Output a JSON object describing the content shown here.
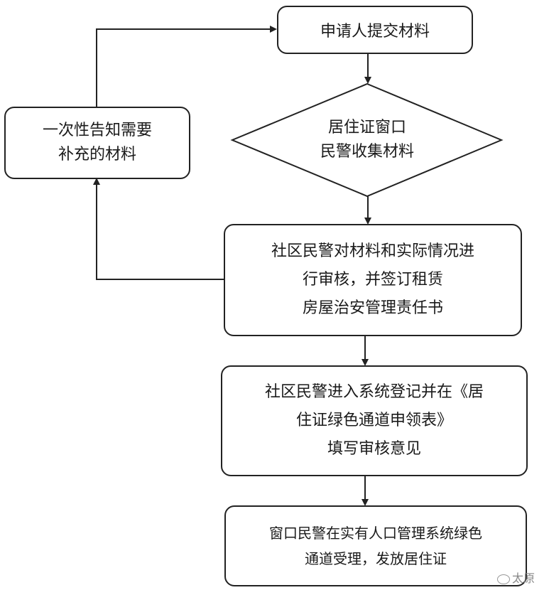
{
  "flowchart": {
    "submit": "申请人提交材料",
    "collect": [
      "居住证窗口",
      "民警收集材料"
    ],
    "notify": [
      "一次性告知需要",
      "补充的材料"
    ],
    "review": [
      "社区民警对材料和实际情况进",
      "行审核，并签订租赁",
      "房屋治安管理责任书"
    ],
    "register": [
      "社区民警进入系统登记并在《居",
      "住证绿色通道申领表》",
      "填写审核意见"
    ],
    "issue": [
      "窗口民警在实有人口管理系统绿色",
      "通道受理，发放居住证"
    ]
  },
  "watermark": "太原"
}
